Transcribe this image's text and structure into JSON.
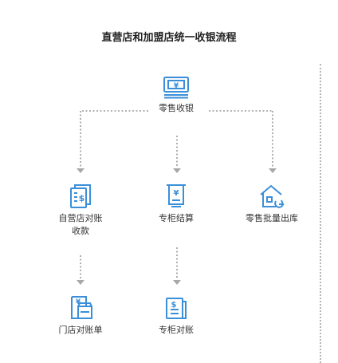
{
  "title": "直营店和加盟店统一收银流程",
  "colors": {
    "icon": "#3b8fd9",
    "connector": "#9a9a9a",
    "arrow": "#a8a8a8"
  },
  "nodes": {
    "root": {
      "label": "零售收银",
      "icon": "cash-register-yuan-icon"
    },
    "self_store": {
      "label": "自营店对账收款",
      "icon": "document-dollar-icon"
    },
    "special_counter": {
      "label": "专柜结算",
      "icon": "receipt-yuan-icon"
    },
    "bulk_outbound": {
      "label": "零售批量出库",
      "icon": "warehouse-house-icon"
    },
    "store_bill": {
      "label": "门店对账单",
      "icon": "store-receipt-icon"
    },
    "counter_bill": {
      "label": "专柜对账",
      "icon": "dollar-statement-icon"
    }
  }
}
